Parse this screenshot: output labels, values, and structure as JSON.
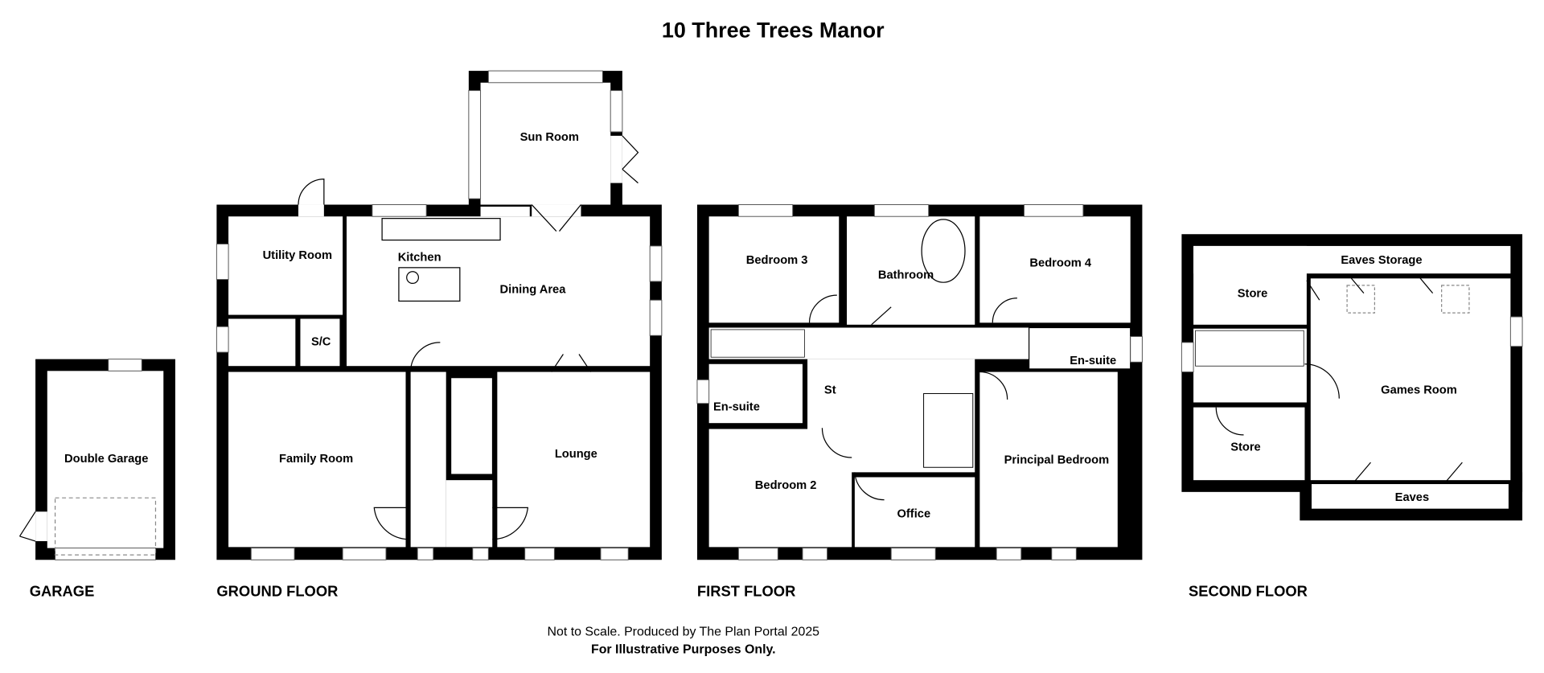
{
  "title": "10 Three Trees Manor",
  "floors": {
    "garage": {
      "label": "GARAGE",
      "rooms": [
        "Double Garage"
      ]
    },
    "ground": {
      "label": "GROUND FLOOR",
      "rooms": [
        "Sun Room",
        "Utility Room",
        "Kitchen",
        "Dining Area",
        "S/C",
        "Family Room",
        "Lounge"
      ]
    },
    "first": {
      "label": "FIRST FLOOR",
      "rooms": [
        "Bedroom 3",
        "Bathroom",
        "Bedroom 4",
        "En-suite",
        "St",
        "En-suite",
        "Bedroom 2",
        "Office",
        "Principal Bedroom"
      ]
    },
    "second": {
      "label": "SECOND FLOOR",
      "rooms": [
        "Eaves Storage",
        "Store",
        "Games Room",
        "Store",
        "Eaves"
      ]
    }
  },
  "footer": {
    "line1": "Not to Scale. Produced by The Plan Portal 2025",
    "line2": "For Illustrative Purposes Only."
  }
}
